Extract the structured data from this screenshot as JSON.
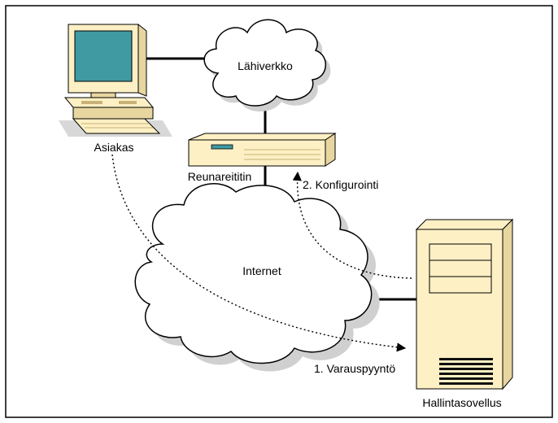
{
  "labels": {
    "lan": "Lähiverkko",
    "client": "Asiakas",
    "edge_router": "Reunareititin",
    "internet": "Internet",
    "management_app": "Hallintasovellus"
  },
  "steps": [
    {
      "text": "1. Varauspyyntö"
    },
    {
      "text": "2. Konfigurointi"
    }
  ],
  "icons": {
    "client": "desktop-computer-icon",
    "router": "router-icon",
    "server": "tower-server-icon",
    "lan": "cloud-icon",
    "internet": "cloud-icon"
  },
  "colors": {
    "device_fill": "#fdf0c4",
    "device_shade": "#e8d6a0",
    "screen": "#3f9aa2",
    "cloud_fill": "#ffffff",
    "cloud_shadow": "#cfcfcf",
    "line": "#000000"
  }
}
